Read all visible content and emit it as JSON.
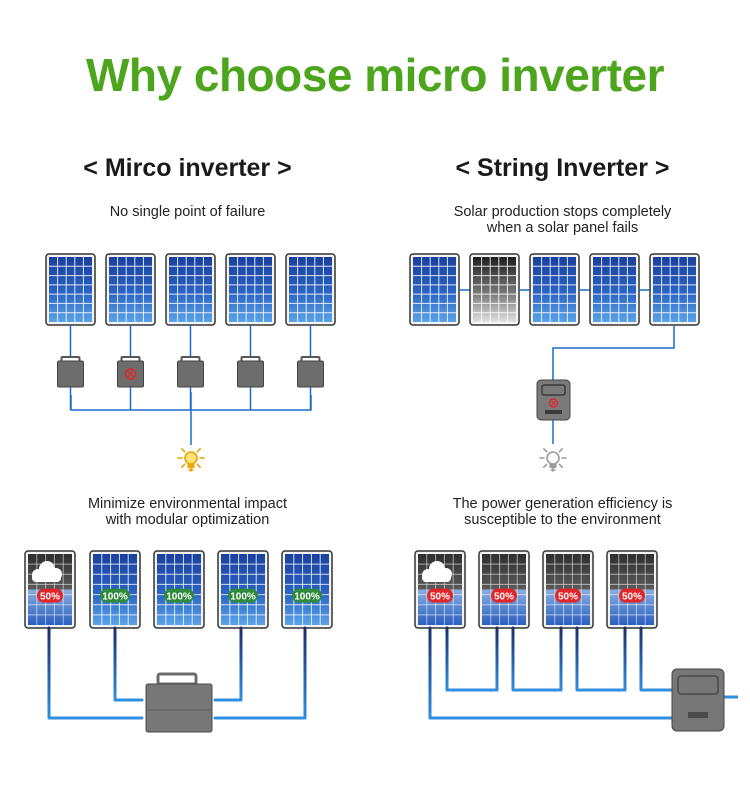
{
  "title": "Why choose micro inverter",
  "colors": {
    "title": "#4ca51d",
    "wire": "#1a6fc4",
    "panel_blue": "#1f4fb0",
    "badge_fail": "#e0262b",
    "badge_ok": "#2e8b3c",
    "device": "#6d6d6d"
  },
  "left": {
    "heading": "< Mirco inverter >",
    "top_caption": "No single point of failure",
    "bottom_caption": "Minimize environmental impact\nwith modular optimization",
    "badges": [
      "50%",
      "100%",
      "100%",
      "100%",
      "100%"
    ]
  },
  "right": {
    "heading": "< String Inverter >",
    "top_caption": "Solar production stops completely\nwhen a solar panel fails",
    "bottom_caption": "The power generation efficiency is\nsusceptible to the environment",
    "badges": [
      "50%",
      "50%",
      "50%",
      "50%"
    ]
  },
  "icons": {
    "fault": "error-x-icon",
    "bulb_on": "lightbulb-on-icon",
    "bulb_off": "lightbulb-off-icon",
    "cloud": "cloud-icon"
  }
}
